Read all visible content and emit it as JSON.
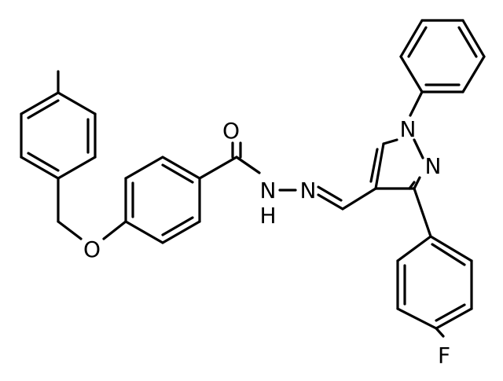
{
  "molecule": {
    "atoms": {
      "o_carbonyl": "O",
      "nh_n": "N",
      "nh_h": "H",
      "imine_n": "N",
      "pyrazole_n1": "N",
      "pyrazole_n2": "N",
      "ether_o": "O",
      "fluorine": "F"
    }
  }
}
